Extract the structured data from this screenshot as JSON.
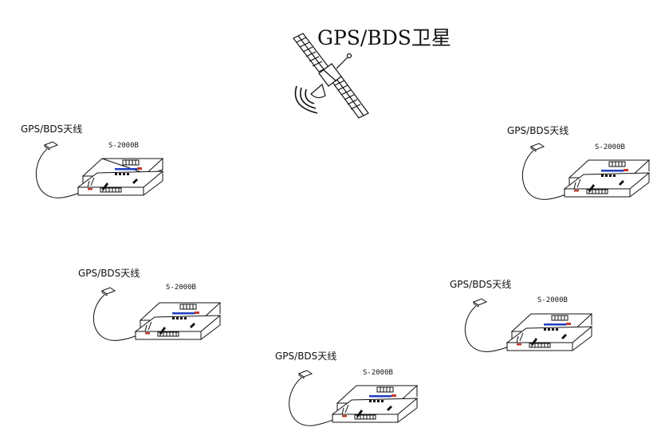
{
  "title": "GPS/BDS卫星",
  "icons": {
    "satellite": "satellite-icon",
    "antenna": "gps-antenna-icon",
    "device": "receiver-device-icon"
  },
  "stations": [
    {
      "antenna_label": "GPS/BDS天线",
      "model": "S-2000B"
    },
    {
      "antenna_label": "GPS/BDS天线",
      "model": "S-2000B"
    },
    {
      "antenna_label": "GPS/BDS天线",
      "model": "S-2000B"
    },
    {
      "antenna_label": "GPS/BDS天线",
      "model": "S-2000B"
    },
    {
      "antenna_label": "GPS/BDS天线",
      "model": "S-2000B"
    }
  ],
  "colors": {
    "line": "#111111",
    "accent_blue": "#1f3fbf",
    "accent_red": "#c0392b",
    "background": "#ffffff"
  }
}
